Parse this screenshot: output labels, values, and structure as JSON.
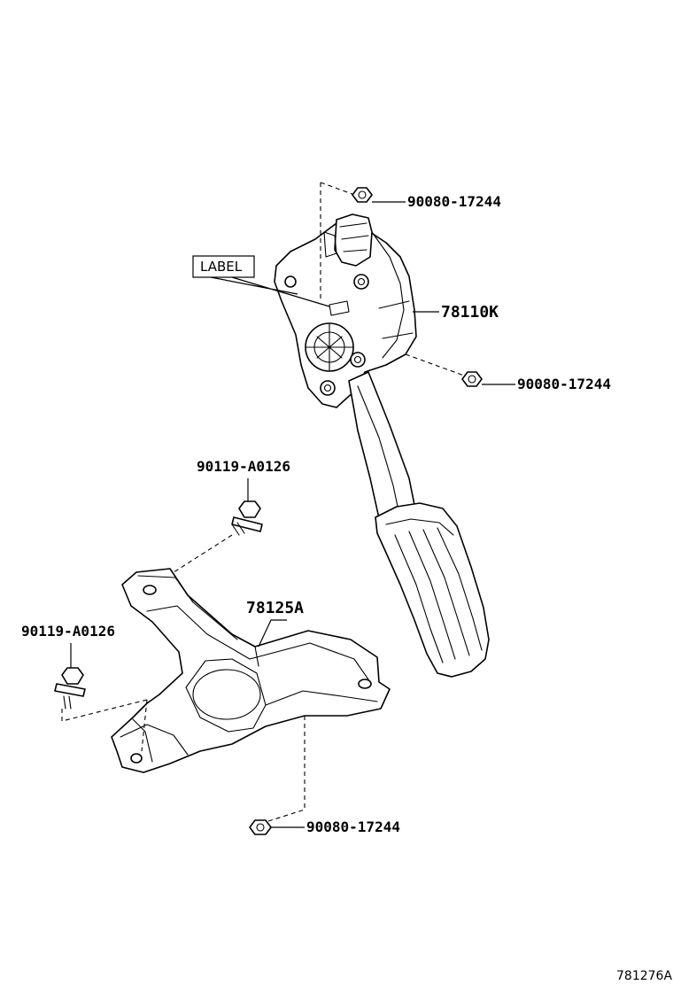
{
  "callouts": {
    "nut_top": "90080-17244",
    "pedal": "78110K",
    "nut_right": "90080-17244",
    "bolt_upper": "90119-A0126",
    "bracket": "78125A",
    "bolt_left": "90119-A0126",
    "nut_bottom": "90080-17244"
  },
  "label_box": "LABEL",
  "figure_ref": "781276A"
}
